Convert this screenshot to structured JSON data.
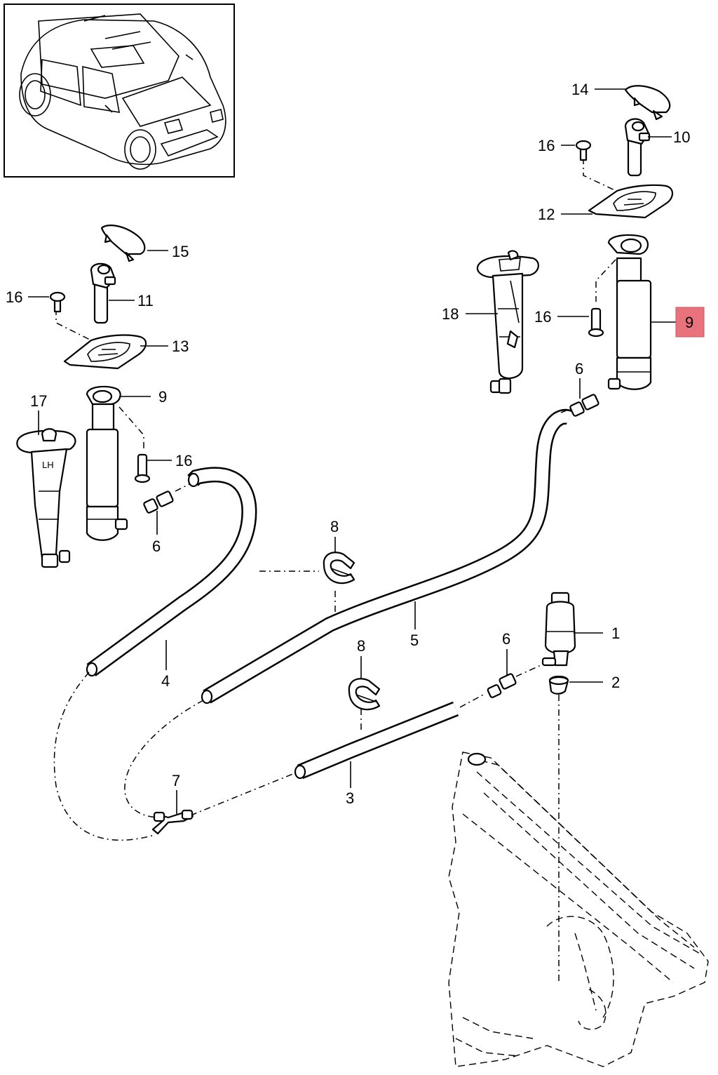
{
  "labels": {
    "p1": "1",
    "p2": "2",
    "p3": "3",
    "p4": "4",
    "p5": "5",
    "p6a": "6",
    "p6b": "6",
    "p6c": "6",
    "p7": "7",
    "p8a": "8",
    "p8b": "8",
    "p9a": "9",
    "p9b": "9",
    "p10": "10",
    "p11": "11",
    "p12": "12",
    "p13": "13",
    "p14": "14",
    "p15": "15",
    "p16a": "16",
    "p16b": "16",
    "p16c": "16",
    "p16d": "16",
    "p17": "17",
    "p18": "18",
    "lh": "LH"
  },
  "highlight": {
    "part": "9",
    "color": "#e8737c"
  }
}
